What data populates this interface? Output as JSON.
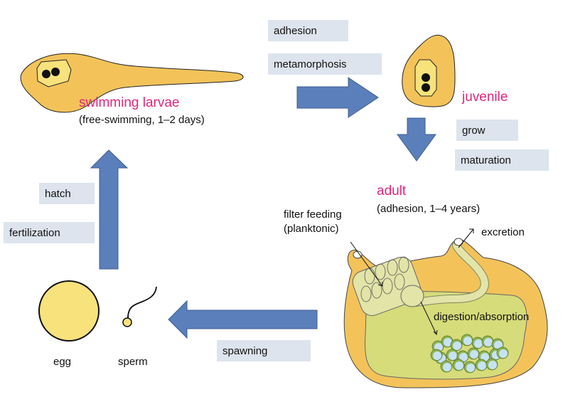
{
  "title": "Life cycle diagram",
  "colors": {
    "body_orange": "#f3c35a",
    "nucleus_yellow": "#f8e27c",
    "arrow_blue": "#5b7fba",
    "box_bg": "#dde4ee",
    "stage_magenta": "#e0267e",
    "gut_green": "#d6dc7a",
    "pharynx_green": "#e2e4a8",
    "cell_blue": "#c6e2f4",
    "cell_ring": "#8fb552",
    "egg_yellow": "#f8e27c"
  },
  "stages": {
    "larvae": {
      "name": "swimming larvae",
      "detail": "(free-swimming, 1–2 days)"
    },
    "juvenile": {
      "name": "juvenile"
    },
    "adult": {
      "name": "adult",
      "detail": "(adhesion, 1–4 years)"
    },
    "egg": {
      "name": "egg"
    },
    "sperm": {
      "name": "sperm"
    }
  },
  "process_labels": {
    "adhesion": "adhesion",
    "metamorphosis": "metamorphosis",
    "grow": "grow",
    "maturation": "maturation",
    "spawning": "spawning",
    "hatch": "hatch",
    "fertilization": "fertilization"
  },
  "annotations": {
    "filter_feeding_1": "filter feeding",
    "filter_feeding_2": "(planktonic)",
    "excretion": "excretion",
    "digestion": "digestion/absorption"
  },
  "arrows": [
    {
      "id": "larvae-to-juvenile",
      "direction": "right"
    },
    {
      "id": "juvenile-to-adult",
      "direction": "down"
    },
    {
      "id": "adult-to-gametes",
      "direction": "left"
    },
    {
      "id": "gametes-to-larvae",
      "direction": "up"
    }
  ]
}
